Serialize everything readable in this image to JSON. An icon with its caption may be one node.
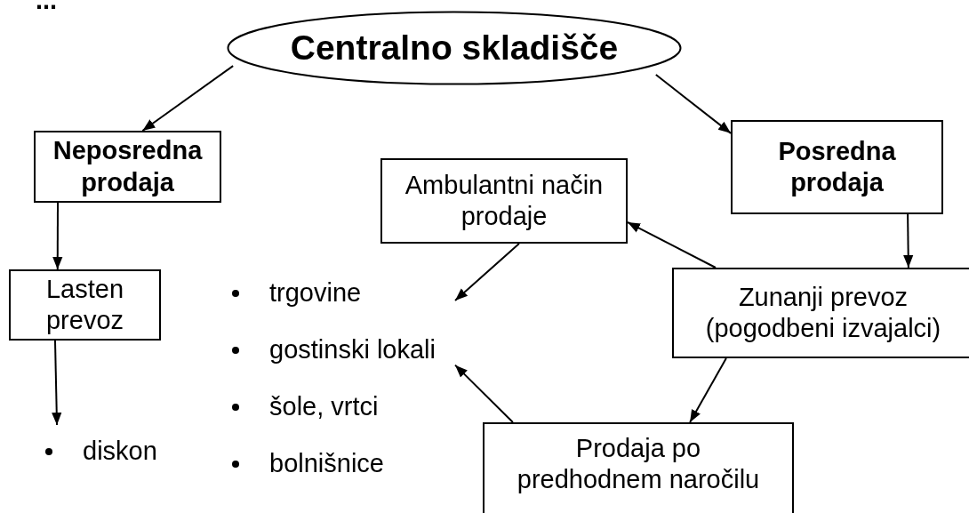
{
  "diagram": {
    "nodes": [
      {
        "text": [
          "Centralno skladišče"
        ]
      },
      {
        "text": [
          "Neposredna prodaja"
        ]
      },
      {
        "text": [
          "Posredna prodaja"
        ]
      },
      {
        "text": [
          "Ambulantni način prodaje"
        ]
      },
      {
        "text": [
          "Lasten prevoz"
        ]
      },
      {
        "text": [
          "Zunanji prevoz (pogodbeni izvajalci)"
        ]
      },
      {
        "text": [
          "Prodaja po predhodnem naročilu"
        ]
      },
      {
        "text": [
          "trgovine",
          "gostinski lokali",
          "šole, vrtci",
          "bolnišnice"
        ]
      },
      {
        "text": [
          "diskon"
        ]
      }
    ],
    "edges": [
      {
        "from": 0,
        "to": 1,
        "arrow": "to"
      },
      {
        "from": 0,
        "to": 2,
        "arrow": "to"
      },
      {
        "from": 1,
        "to": 4,
        "arrow": "to"
      },
      {
        "from": 2,
        "to": 5,
        "arrow": "to"
      },
      {
        "from": 5,
        "to": 3,
        "arrow": "to"
      },
      {
        "from": 3,
        "to": 7,
        "arrow": "to"
      },
      {
        "from": 5,
        "to": 6,
        "arrow": "to"
      },
      {
        "from": 6,
        "to": 7,
        "arrow": "to"
      },
      {
        "from": 4,
        "to": 8,
        "arrow": "to"
      }
    ],
    "labels": [
      "..."
    ]
  }
}
